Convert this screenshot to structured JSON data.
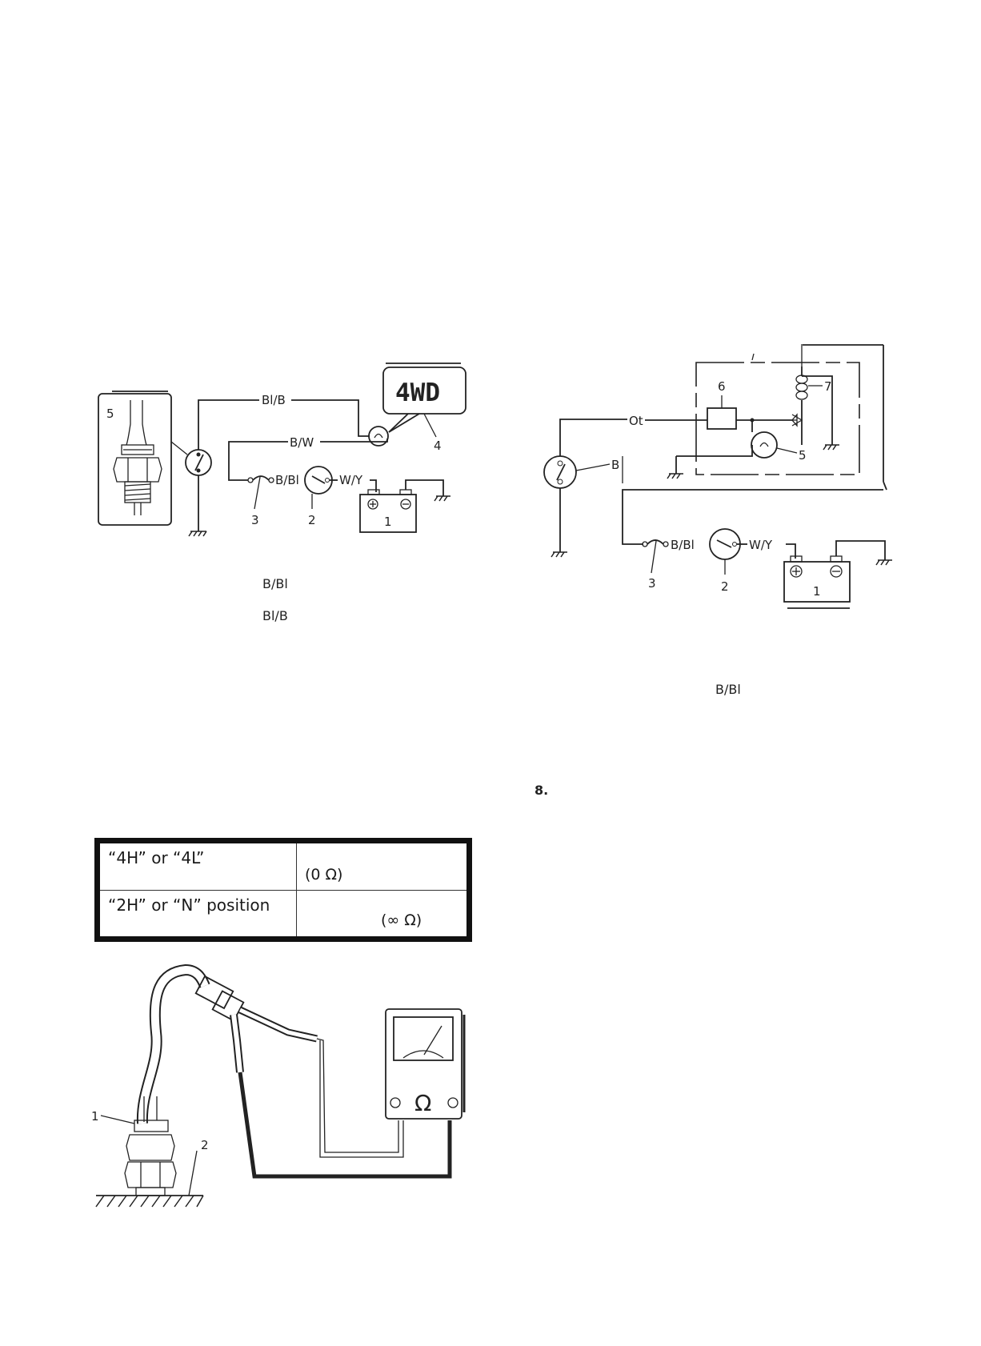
{
  "diagram_left": {
    "badge": "4WD",
    "wires": {
      "top": "Bl/B",
      "middle": "B/W",
      "fuse_side": "B/Bl",
      "battery_side": "W/Y"
    },
    "callouts": [
      "1",
      "2",
      "3",
      "4",
      "5"
    ]
  },
  "wire_notes": {
    "first": "B/Bl",
    "second": "Bl/B"
  },
  "table": {
    "rows": [
      {
        "position": "“4H” or “4L”",
        "value": "(0 Ω)"
      },
      {
        "position": "“2H” or “N” position",
        "value": "(∞ Ω)"
      }
    ]
  },
  "meter_figure": {
    "symbol": "Ω",
    "callouts": [
      "1",
      "2"
    ]
  },
  "diagram_right": {
    "wires": {
      "ot": "Ot",
      "sensor": "B",
      "fuse_side": "B/Bl",
      "battery_side": "W/Y"
    },
    "callouts": [
      "1",
      "2",
      "3",
      "5",
      "6",
      "7"
    ]
  },
  "right_note": "B/Bl",
  "section": "8."
}
